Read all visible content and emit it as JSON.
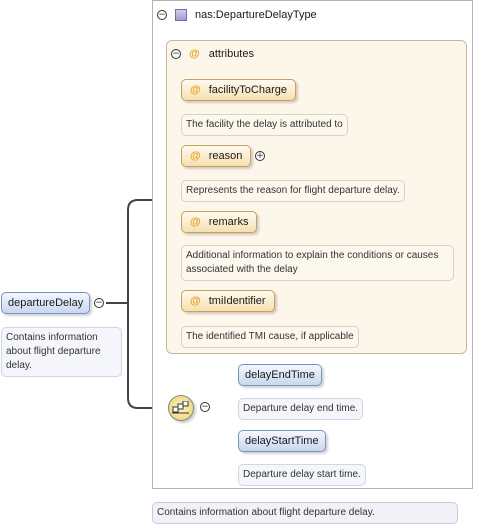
{
  "root_element": {
    "name": "departureDelay",
    "documentation": "Contains information about flight departure delay."
  },
  "type": {
    "name": "nas:DepartureDelayType",
    "documentation": "Contains information about flight departure delay."
  },
  "attributes_group": {
    "title": "attributes",
    "items": [
      {
        "name": "facilityToCharge",
        "documentation": "The facility the delay is attributed to",
        "expandable": false
      },
      {
        "name": "reason",
        "documentation": "Represents the reason for flight departure delay.",
        "expandable": true
      },
      {
        "name": "remarks",
        "documentation": "Additional information to explain the conditions or causes associated with the delay",
        "expandable": false
      },
      {
        "name": "tmiIdentifier",
        "documentation": "The identified TMI cause, if applicable",
        "expandable": false
      }
    ]
  },
  "sequence": {
    "children": [
      {
        "name": "delayEndTime",
        "documentation": "Departure delay end time."
      },
      {
        "name": "delayStartTime",
        "documentation": "Departure delay start time."
      }
    ]
  },
  "symbols": {
    "collapse": "⊖",
    "expand": "⊕",
    "attribute": "@"
  }
}
